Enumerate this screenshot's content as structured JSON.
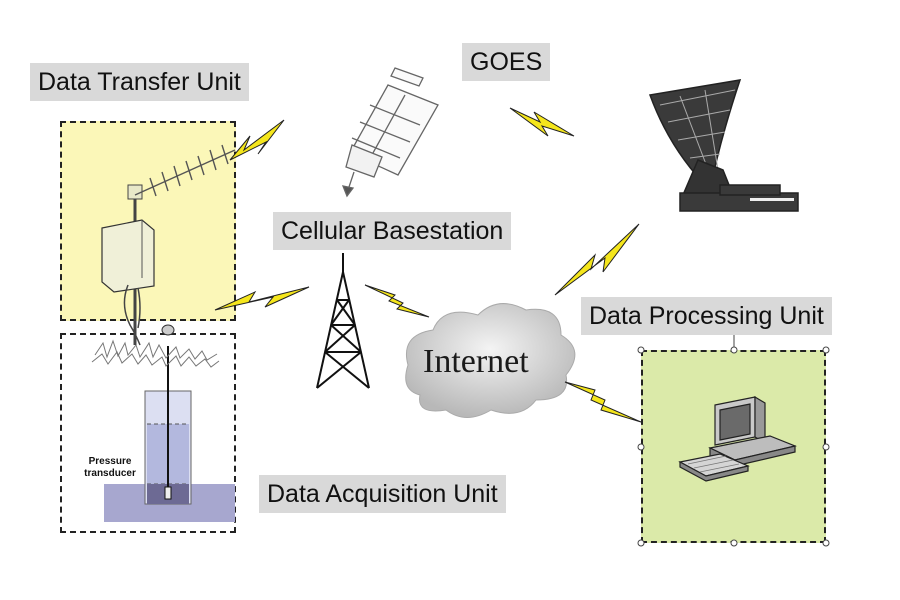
{
  "labels": {
    "data_transfer_unit": "Data Transfer Unit",
    "goes": "GOES",
    "cellular_basestation": "Cellular Basestation",
    "data_processing_unit": "Data Processing Unit",
    "data_acquisition_unit": "Data Acquisition Unit",
    "internet": "Internet",
    "pressure_transducer_line1": "Pressure",
    "pressure_transducer_line2": "transducer"
  },
  "colors": {
    "label_bg": "#d9d9d9",
    "transfer_box_fill": "#fbf7b8",
    "processing_box_fill": "#dbeaa9",
    "lightning": "#f5e61c",
    "water": "#b3b8de",
    "ground": "#a7a7cf"
  },
  "icons": [
    "satellite-icon",
    "satellite-dish-icon",
    "cell-tower-icon",
    "cloud-icon",
    "computer-icon",
    "antenna-icon",
    "lightning-icon"
  ]
}
